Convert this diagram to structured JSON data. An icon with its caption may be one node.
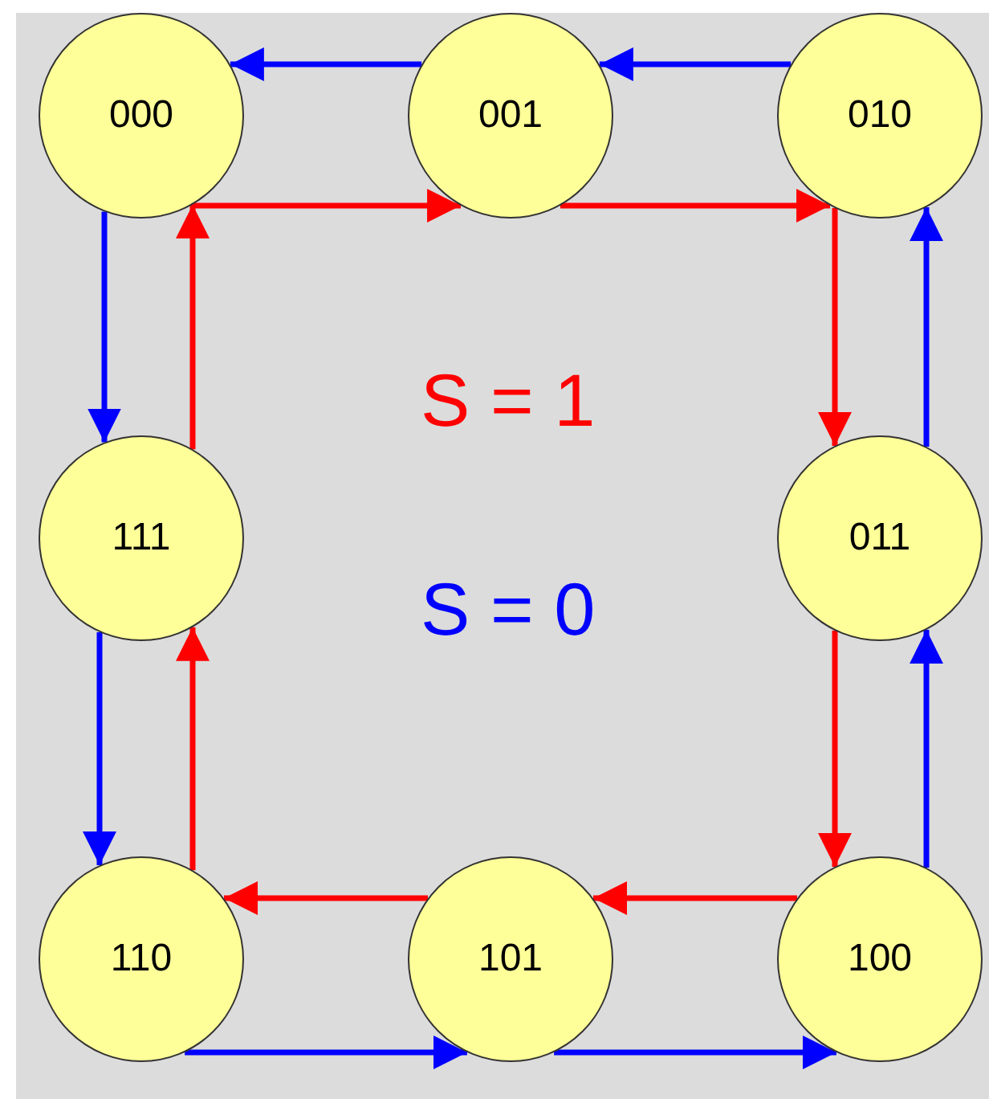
{
  "diagram": {
    "nodes": [
      {
        "text": [
          "000"
        ]
      },
      {
        "text": [
          "001"
        ]
      },
      {
        "text": [
          "010"
        ]
      },
      {
        "text": [
          "111"
        ]
      },
      {
        "text": [
          "011"
        ]
      },
      {
        "text": [
          "110"
        ]
      },
      {
        "text": [
          "101"
        ]
      },
      {
        "text": [
          "100"
        ]
      }
    ],
    "edges": [
      {
        "from": 0,
        "to": 1,
        "arrow": "to",
        "color": "#ff0000"
      },
      {
        "from": 1,
        "to": 2,
        "arrow": "to",
        "color": "#ff0000"
      },
      {
        "from": 2,
        "to": 4,
        "arrow": "to",
        "color": "#ff0000"
      },
      {
        "from": 4,
        "to": 7,
        "arrow": "to",
        "color": "#ff0000"
      },
      {
        "from": 7,
        "to": 6,
        "arrow": "to",
        "color": "#ff0000"
      },
      {
        "from": 6,
        "to": 5,
        "arrow": "to",
        "color": "#ff0000"
      },
      {
        "from": 5,
        "to": 3,
        "arrow": "to",
        "color": "#ff0000"
      },
      {
        "from": 3,
        "to": 0,
        "arrow": "to",
        "color": "#ff0000"
      },
      {
        "from": 2,
        "to": 1,
        "arrow": "to",
        "color": "#0000ff"
      },
      {
        "from": 1,
        "to": 0,
        "arrow": "to",
        "color": "#0000ff"
      },
      {
        "from": 0,
        "to": 3,
        "arrow": "to",
        "color": "#0000ff"
      },
      {
        "from": 3,
        "to": 5,
        "arrow": "to",
        "color": "#0000ff"
      },
      {
        "from": 5,
        "to": 6,
        "arrow": "to",
        "color": "#0000ff"
      },
      {
        "from": 6,
        "to": 7,
        "arrow": "to",
        "color": "#0000ff"
      },
      {
        "from": 7,
        "to": 4,
        "arrow": "to",
        "color": "#0000ff"
      },
      {
        "from": 4,
        "to": 2,
        "arrow": "to",
        "color": "#0000ff"
      }
    ],
    "labels": [
      "S = 1",
      "S = 0"
    ]
  }
}
